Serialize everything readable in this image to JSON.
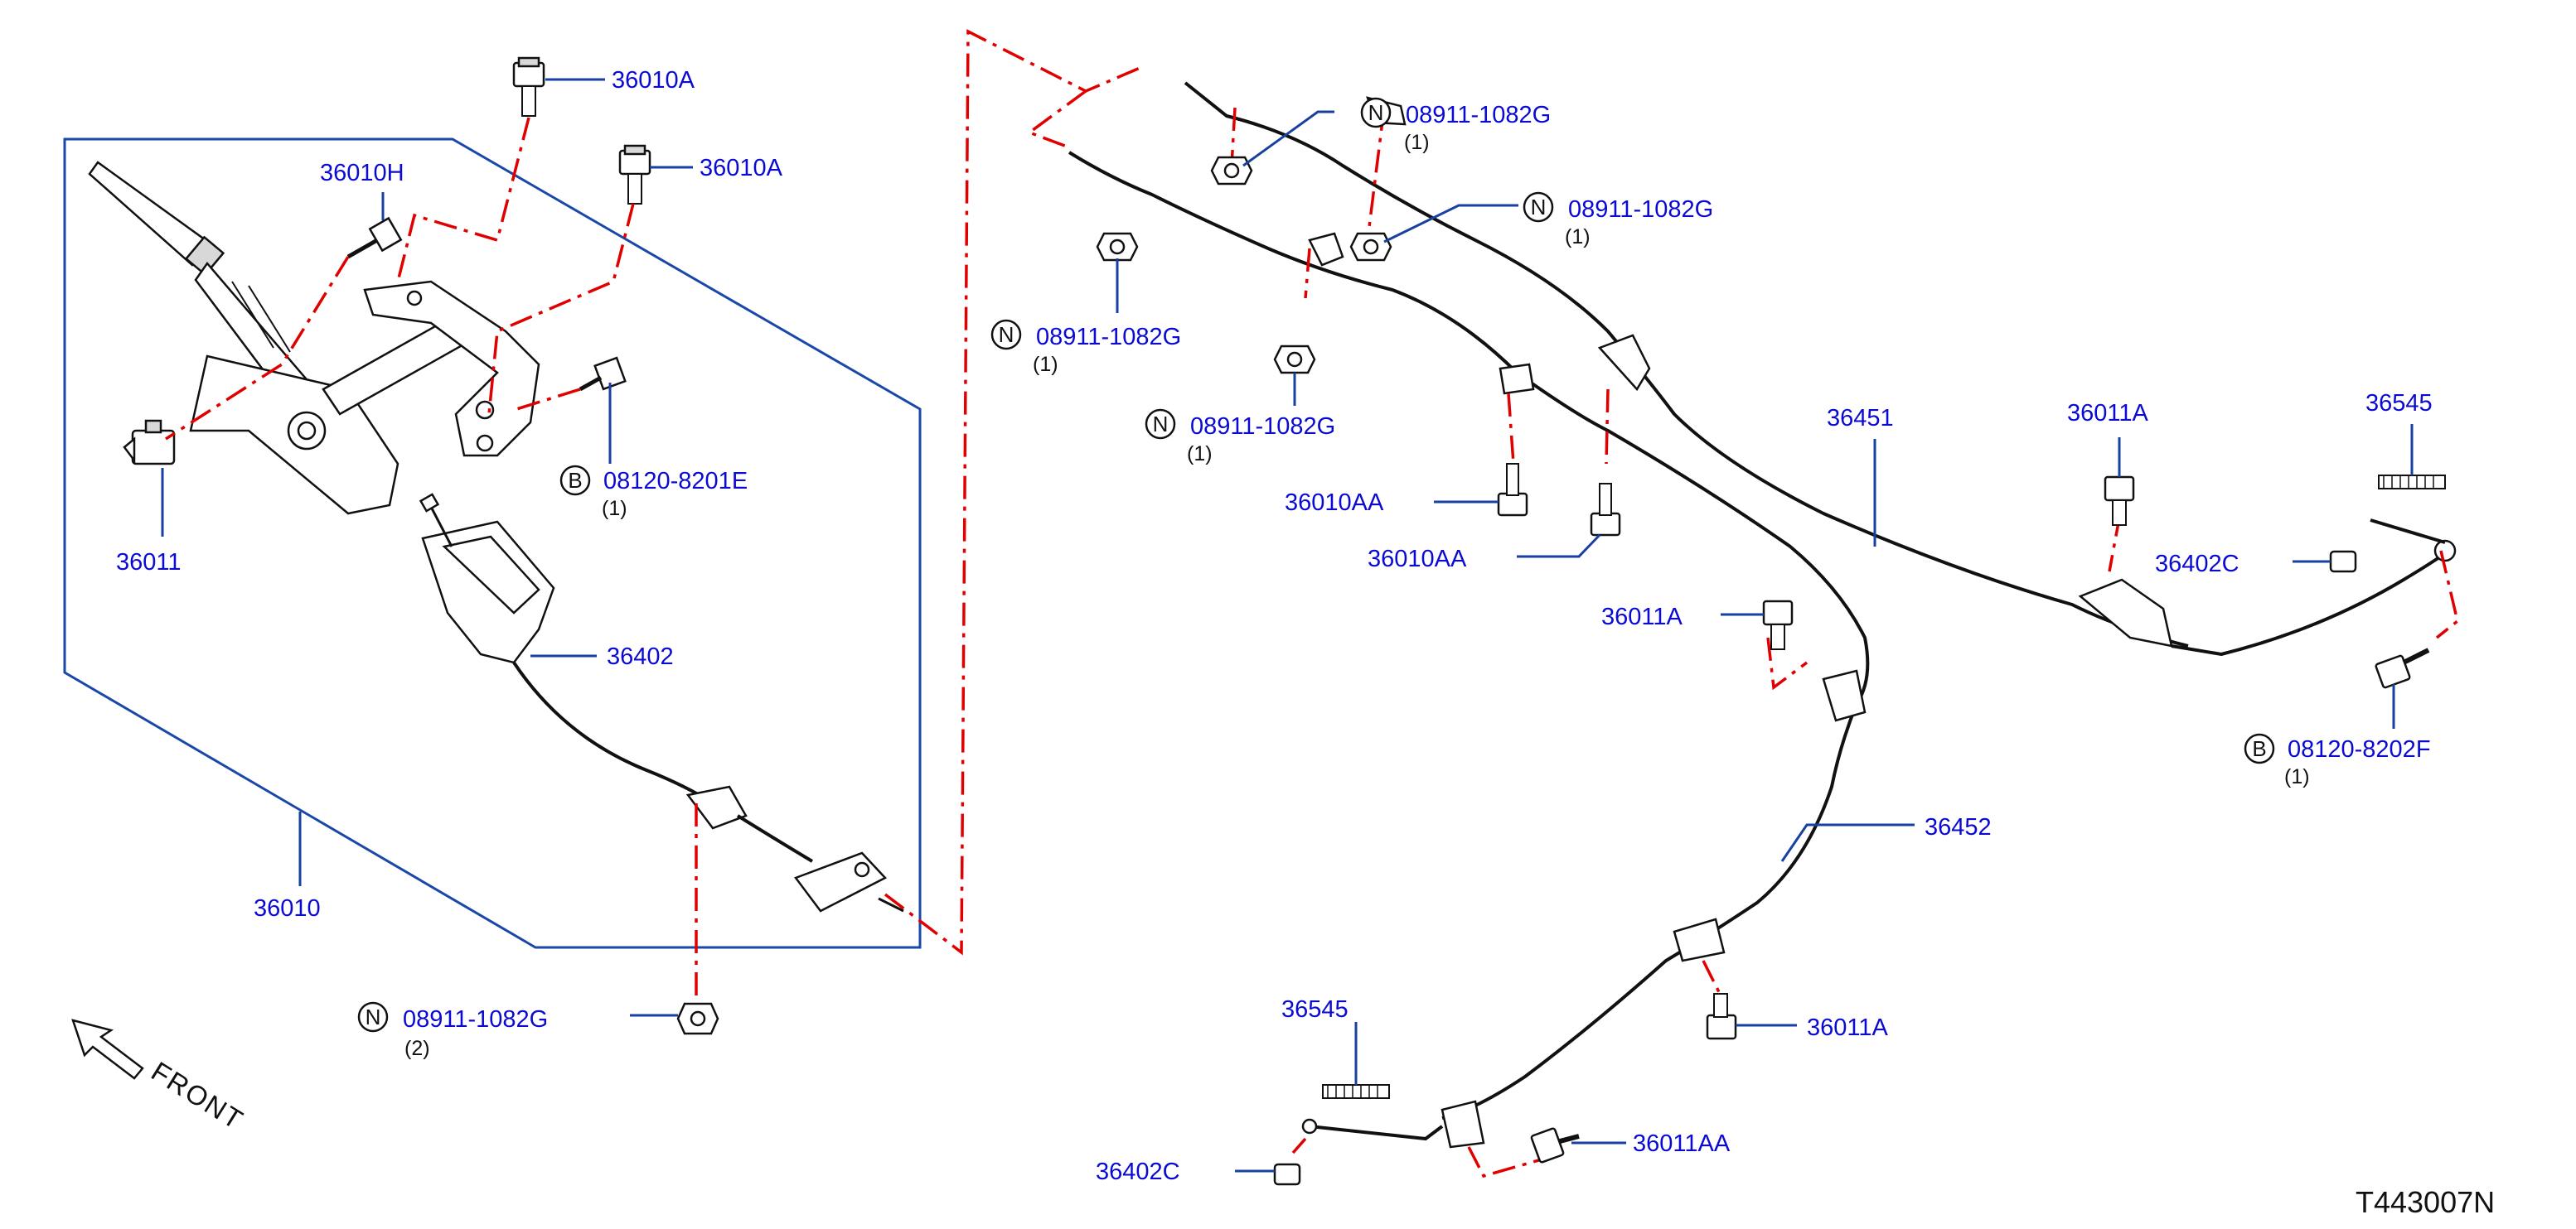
{
  "diagram_code": "T443007N",
  "front_label": "FRONT",
  "circle_letters": {
    "nut": "N",
    "bolt": "B"
  },
  "colors": {
    "label": "#0a0ad2",
    "leader": "#1840a0",
    "reference_line": "#e00000",
    "outline": "#111111"
  },
  "labels": {
    "part_36010A_upper": "36010A",
    "part_36010A_lower": "36010A",
    "part_36010H": "36010H",
    "part_36011": "36011",
    "part_08120_8201E": "08120-8201E",
    "qty_08120_8201E": "(1)",
    "part_36402": "36402",
    "part_36010": "36010",
    "part_08911_bottom": "08911-1082G",
    "qty_08911_bottom": "(2)",
    "part_08911_top_right": "08911-1082G",
    "qty_08911_top_right": "(1)",
    "part_08911_mid_right": "08911-1082G",
    "qty_08911_mid_right": "(1)",
    "part_08911_left": "08911-1082G",
    "qty_08911_left": "(1)",
    "part_08911_lower": "08911-1082G",
    "qty_08911_lower": "(1)",
    "part_36010AA_upper": "36010AA",
    "part_36010AA_lower": "36010AA",
    "part_36451": "36451",
    "part_36011A_right": "36011A",
    "part_36011A_mid": "36011A",
    "part_36011A_lower": "36011A",
    "part_36545_right": "36545",
    "part_36545_left": "36545",
    "part_36402C_right": "36402C",
    "part_36402C_left": "36402C",
    "part_08120_8202F": "08120-8202F",
    "qty_08120_8202F": "(1)",
    "part_36452": "36452",
    "part_36011AA": "36011AA"
  }
}
